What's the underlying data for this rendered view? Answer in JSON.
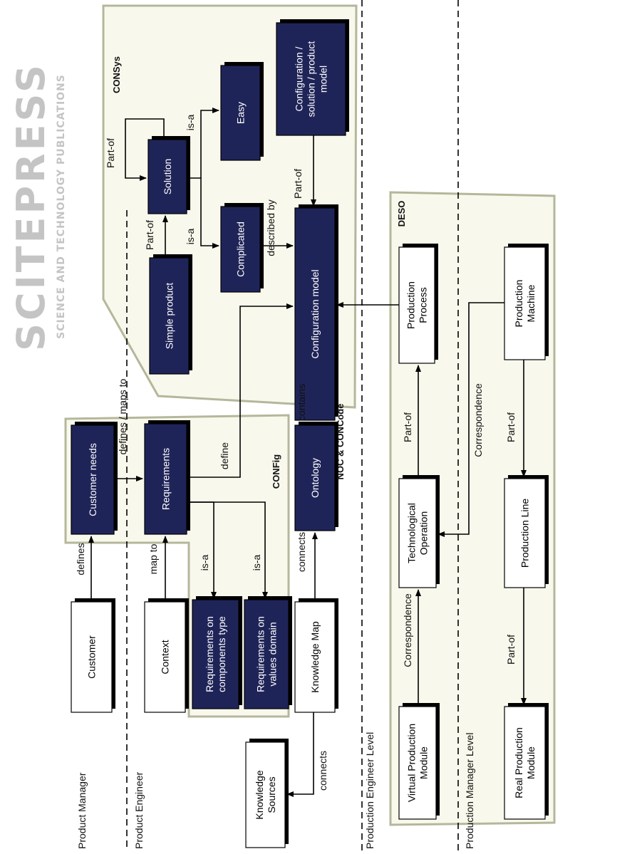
{
  "levels": {
    "product_manager": "Product Manager",
    "product_engineer": "Product Engineer",
    "production_engineer": "Production Engineer Level",
    "production_manager": "Production Manager Level"
  },
  "panels": {
    "consys": "CONSys",
    "config": "CONFig",
    "noc": "NOC & CONCode",
    "deso": "DESO"
  },
  "nodes": {
    "customer": [
      "Customer"
    ],
    "customer_needs": [
      "Customer needs"
    ],
    "context": [
      "Context"
    ],
    "requirements": [
      "Requirements"
    ],
    "req_components": [
      "Requirements on",
      "components type"
    ],
    "req_values": [
      "Requirements on",
      "values domain"
    ],
    "knowledge_map": [
      "Knowledge Map"
    ],
    "ontology": [
      "Ontology"
    ],
    "knowledge_sources": [
      "Knowledge",
      "Sources"
    ],
    "configuration_model": [
      "Configuration model"
    ],
    "simple_product": [
      "Simple product"
    ],
    "solution": [
      "Solution"
    ],
    "complicated": [
      "Complicated"
    ],
    "easy": [
      "Easy"
    ],
    "config_solution_model": [
      "Configuration /",
      "solution / product",
      "model"
    ],
    "production_process": [
      "Production",
      "Process"
    ],
    "production_machine": [
      "Production",
      "Machine"
    ],
    "technological_operation": [
      "Technological",
      "Operation"
    ],
    "production_line": [
      "Production Line"
    ],
    "virtual_module": [
      "Virtual Production",
      "Module"
    ],
    "real_module": [
      "Real Production",
      "Module"
    ]
  },
  "edge_labels": {
    "defines": "defines",
    "map_to": "map to",
    "defines_maps_to": "defines / maps to",
    "define": "define",
    "is_a_1": "is-a",
    "is_a_2": "is-a",
    "connects_1": "connects",
    "contains": "contains",
    "connects_2": "connects",
    "part_of_loop": "Part-of",
    "part_of_simple": "Part-of",
    "is_a_complicated": "is-a",
    "is_a_easy": "is-a",
    "described_by": "described by",
    "part_of_config": "Part-of",
    "part_of_process": "Part-of",
    "correspondence_1": "Correspondence",
    "correspondence_2": "Correspondence",
    "part_of_machine": "Part-of",
    "part_of_line": "Part-of"
  },
  "watermark": {
    "main": "SCITEPRESS",
    "sub": "SCIENCE AND TECHNOLOGY PUBLICATIONS"
  },
  "colors": {
    "navy": "#1f2458",
    "panel_fill": "#f9f8ec",
    "panel_border": "#b5b79b"
  }
}
